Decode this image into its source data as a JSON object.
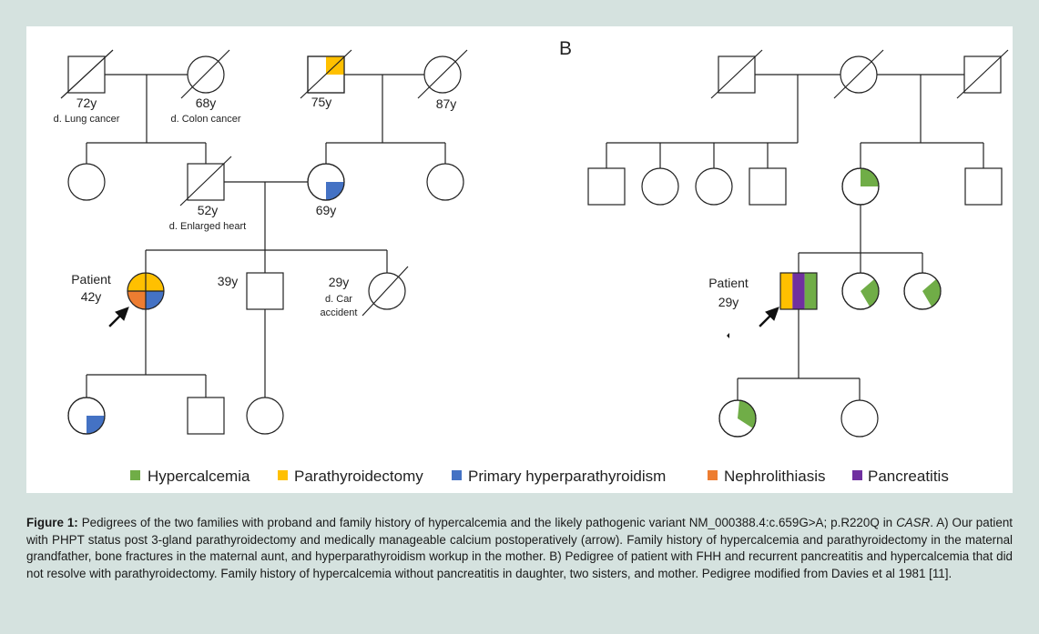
{
  "colors": {
    "hypercalcemia": "#70ad47",
    "parathyroidectomy": "#ffc000",
    "primary_hyperparathyroidism": "#4472c4",
    "nephrolithiasis": "#ed7d31",
    "pancreatitis": "#7030a0"
  },
  "panel_a": {
    "gf_age": "72y",
    "gf_note": "d. Lung cancer",
    "gm_age": "68y",
    "gm_note": "d. Colon cancer",
    "mgf_age": "75y",
    "mgm_age": "87y",
    "father_age": "52y",
    "father_note": "d. Enlarged heart",
    "mother_age": "69y",
    "patient_label": "Patient",
    "patient_age": "42y",
    "brother_age": "39y",
    "sister_age": "29y",
    "sister_note_1": "d. Car",
    "sister_note_2": "accident"
  },
  "panel_b": {
    "label": "B",
    "patient_label": "Patient",
    "patient_age": "29y"
  },
  "legend": [
    {
      "label": "Hypercalcemia",
      "color": "#70ad47"
    },
    {
      "label": "Parathyroidectomy",
      "color": "#ffc000"
    },
    {
      "label": "Primary hyperparathyroidism",
      "color": "#4472c4"
    },
    {
      "label": "Nephrolithiasis",
      "color": "#ed7d31"
    },
    {
      "label": "Pancreatitis",
      "color": "#7030a0"
    }
  ],
  "caption": {
    "figure_label": "Figure 1:",
    "text_1": " Pedigrees of the two families with proband and family history of hypercalcemia and the likely pathogenic variant NM_000388.4:c.659G>A; p.R220Q in ",
    "gene": "CASR",
    "text_2": ". A) Our patient with PHPT status post 3-gland parathyroidectomy and medically manageable calcium postoperatively (arrow). Family history of hypercalcemia and parathyroidectomy in the maternal grandfather, bone fractures in the maternal aunt, and hyperparathyroidism workup in the mother. B) Pedigree of patient with FHH and recurrent pancreatitis and hypercalcemia that did not resolve with parathyroidectomy. Family history of hypercalcemia without pancreatitis in daughter, two sisters, and mother. Pedigree modified from Davies et al 1981 [11]."
  }
}
